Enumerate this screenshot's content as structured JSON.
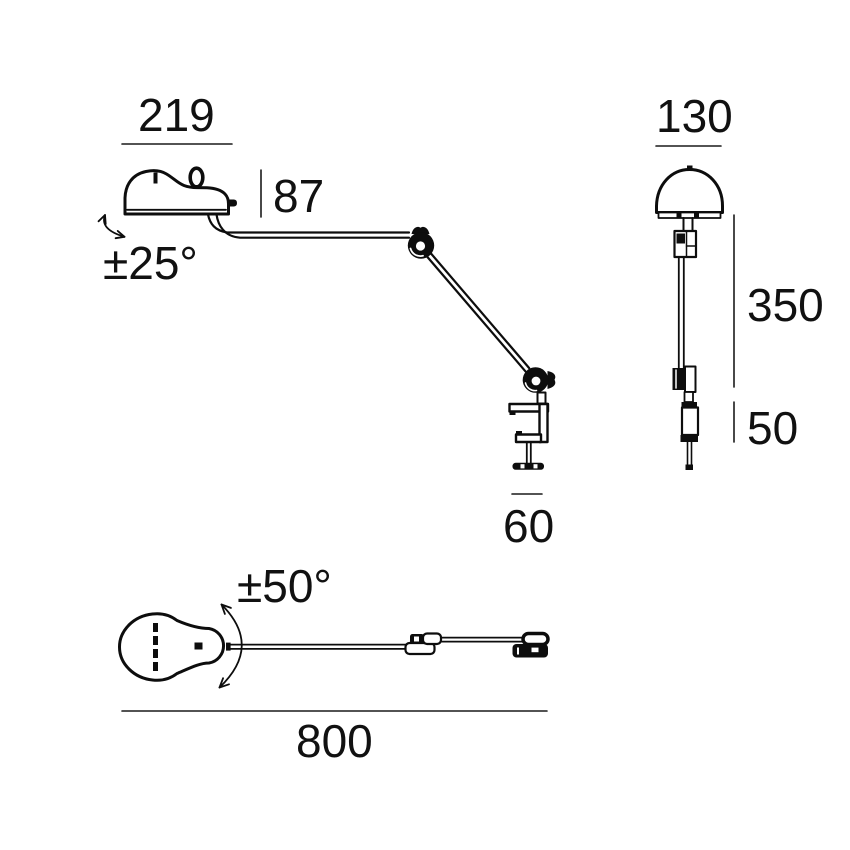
{
  "colors": {
    "line": "#0d0d0d",
    "dimension_line": "#1a1a1a",
    "background": "#ffffff"
  },
  "dimensions": {
    "side_view": {
      "head_width": "219",
      "head_height": "87",
      "tilt_range": "±25°",
      "clamp_depth": "60"
    },
    "front_view": {
      "head_diameter": "130",
      "lower_arm_length": "350",
      "clamp_height": "50"
    },
    "top_view": {
      "rotation_range": "±50°",
      "max_reach": "800"
    }
  }
}
